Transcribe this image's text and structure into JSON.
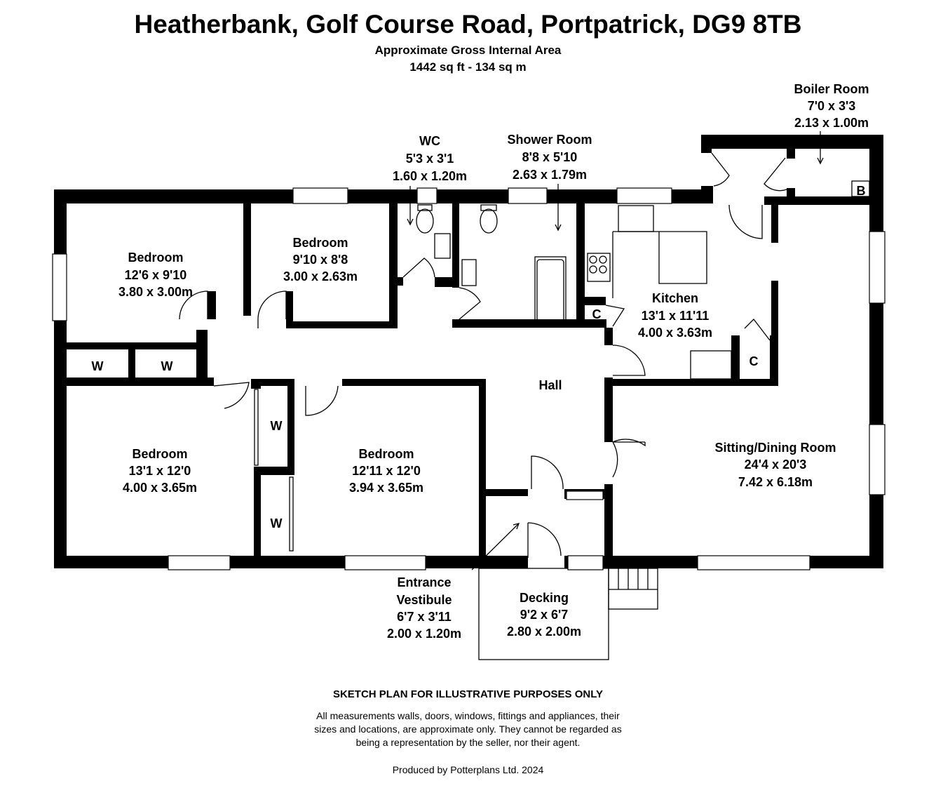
{
  "title": "Heatherbank, Golf Course Road, Portpatrick, DG9 8TB",
  "area_label": "Approximate Gross Internal Area",
  "area_value": "1442 sq ft - 134 sq m",
  "rooms": {
    "boiler": {
      "name": "Boiler Room",
      "imperial": "7'0 x 3'3",
      "metric": "2.13 x 1.00m"
    },
    "wc": {
      "name": "WC",
      "imperial": "5'3 x 3'1",
      "metric": "1.60 x 1.20m"
    },
    "shower": {
      "name": "Shower Room",
      "imperial": "8'8 x 5'10",
      "metric": "2.63 x 1.79m"
    },
    "bed1": {
      "name": "Bedroom",
      "imperial": "12'6 x 9'10",
      "metric": "3.80 x 3.00m"
    },
    "bed2": {
      "name": "Bedroom",
      "imperial": "9'10 x 8'8",
      "metric": "3.00 x 2.63m"
    },
    "kitchen": {
      "name": "Kitchen",
      "imperial": "13'1 x 11'11",
      "metric": "4.00 x 3.63m"
    },
    "hall": {
      "name": "Hall"
    },
    "bed3": {
      "name": "Bedroom",
      "imperial": "13'1 x 12'0",
      "metric": "4.00 x 3.65m"
    },
    "bed4": {
      "name": "Bedroom",
      "imperial": "12'11 x 12'0",
      "metric": "3.94 x 3.65m"
    },
    "sitting": {
      "name": "Sitting/Dining Room",
      "imperial": "24'4 x 20'3",
      "metric": "7.42 x 6.18m"
    },
    "vestibule": {
      "name1": "Entrance",
      "name2": "Vestibule",
      "imperial": "6'7 x 3'11",
      "metric": "2.00 x 1.20m"
    },
    "decking": {
      "name": "Decking",
      "imperial": "9'2 x 6'7",
      "metric": "2.80 x 2.00m"
    }
  },
  "markers": {
    "wardrobe": "W",
    "cupboard": "C",
    "boiler": "B"
  },
  "footer": {
    "heading": "SKETCH PLAN FOR ILLUSTRATIVE PURPOSES ONLY",
    "disclaimer_1": "All measurements walls, doors, windows, fittings and appliances, their",
    "disclaimer_2": "sizes and locations, are approximate only. They cannot be regarded as",
    "disclaimer_3": "being a representation by the seller, nor their agent.",
    "credit": "Produced by Potterplans Ltd. 2024"
  }
}
